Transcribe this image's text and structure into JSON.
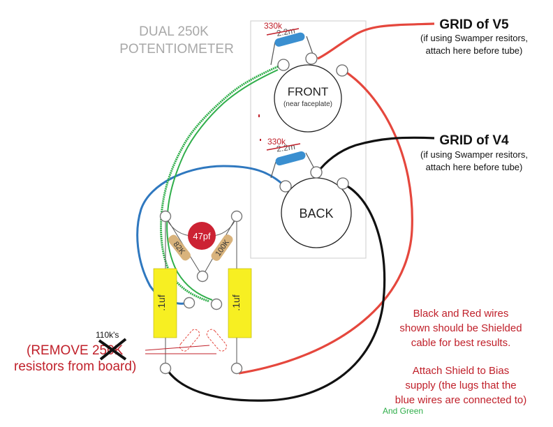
{
  "title": {
    "line1": "DUAL 250K",
    "line2": "POTENTIOMETER"
  },
  "pots": {
    "front": {
      "label": "FRONT",
      "sublabel": "(near faceplate)"
    },
    "back": {
      "label": "BACK"
    }
  },
  "resistor_top": {
    "new_value": "330k",
    "old_value": "2.2m"
  },
  "resistor_bottom": {
    "new_value": "330k",
    "old_value": "2.2m"
  },
  "grid_v5": {
    "title": "GRID of V5",
    "note_line1": "(if using Swamper resitors,",
    "note_line2": "attach here before tube)"
  },
  "grid_v4": {
    "title": "GRID of V4",
    "note_line1": "(if using Swamper resitors,",
    "note_line2": "attach here before tube)"
  },
  "board": {
    "cap_small": "47pf",
    "resistor_left": "82K",
    "resistor_right": "100K",
    "cap_left": ".1uf",
    "cap_right": ".1uf"
  },
  "remove_note": {
    "correction": "110k's",
    "line1_prefix": "(REMOVE ",
    "line1_struck": "250K",
    "line2": "resistors from board)"
  },
  "shield_note": {
    "line1": "Black and Red wires",
    "line2": "shown should be Shielded",
    "line3": "cable for best results.",
    "line4": "Attach Shield to Bias",
    "line5": "supply (the lugs that the",
    "line6": "blue wires are connected to)",
    "addendum": "And Green"
  },
  "colors": {
    "red_wire": "#e5473d",
    "black_wire": "#111111",
    "blue_wire": "#2f78bf",
    "green_wire": "#2fae4a",
    "cap_yellow": "#f7ef22",
    "cap_red": "#cc2233",
    "resistor_blue": "#3a8fd0",
    "resistor_tan": "#d9b37c",
    "label_red": "#c0202a",
    "label_gray": "#a8a8a8"
  }
}
